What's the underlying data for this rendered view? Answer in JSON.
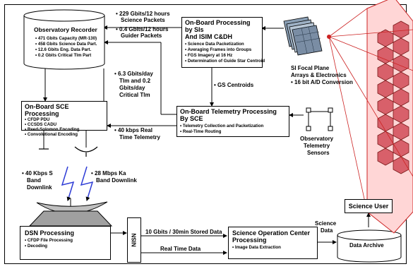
{
  "observatory_recorder": {
    "title": "Observatory Recorder",
    "items": [
      "471 Gbits Capacity (MR-130)",
      "458 Gbits Science Data Part.",
      "12.6 Gbits Eng. Data Part.",
      "0.2 Gbits Critical Tlm Part"
    ]
  },
  "onboard_processing": {
    "title_line1": "On-Board Processing by SIs",
    "title_line2": "And ISIM C&DH",
    "items": [
      "Science Data Packetization",
      "Averaging Frames into Groups",
      "FGS Imagery at 16 Hz",
      "Determination of Guide Star Centroid"
    ]
  },
  "onboard_sce": {
    "title": "On-Board SCE  Processing",
    "items": [
      "CFDP PDU",
      "CCSDS CADU",
      "Reed-Solomon Encoding",
      "Convolutional Encoding"
    ]
  },
  "telemetry_processing": {
    "title_line1": "On-Board Telemetry Processing",
    "title_line2": "By SCE",
    "items": [
      "Telemetry Collection and Packetization",
      "Real-Time Routing"
    ]
  },
  "dsn_processing": {
    "title": "DSN Processing",
    "items": [
      "CFDP File Processing",
      "Decoding"
    ]
  },
  "nisn": {
    "label": "NISN"
  },
  "soc": {
    "title_line1": "Science Operation Center",
    "title_line2": "Processing",
    "items": [
      "Image Data Extraction"
    ]
  },
  "science_user": {
    "label": "Science User"
  },
  "data_archive": {
    "label": "Data Archive"
  },
  "labels": {
    "science_packets_1": "229 Gbits/12 hours",
    "science_packets_2": "Science Packets",
    "guider_packets_1": "0.4 Gbits/12 hours",
    "guider_packets_2": "Guider Packets",
    "tlm_1": "6.3 Gbits/day",
    "tlm_2": "Tlm and 0.2",
    "tlm_3": "Gbits/day",
    "tlm_4": "Critical Tlm",
    "gs_centroids": "GS Centroids",
    "realtime_1": "40 kbps Real",
    "realtime_2": "Time Telemetry",
    "sband_1": "40 Kbps S",
    "sband_2": "Band",
    "sband_3": "Downlink",
    "kaband_1": "28 Mbps Ka",
    "kaband_2": "Band Downlink",
    "fpa_1": "SI Focal Plane",
    "fpa_2": "Arrays & Electronics",
    "fpa_3": "16 bit A/D Conversion",
    "obs_tlm_1": "Observatory",
    "obs_tlm_2": "Telemetry",
    "obs_tlm_3": "Sensors",
    "stored_data": "10 Gbits / 30min Stored Data",
    "realtime_data": "Real Time Data",
    "science_data_1": "Science",
    "science_data_2": "Data"
  }
}
